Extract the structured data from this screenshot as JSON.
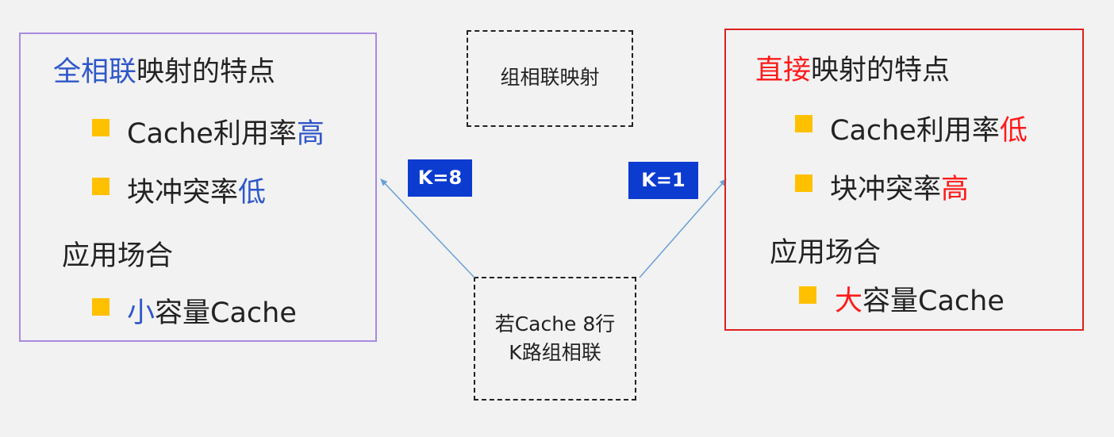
{
  "left": {
    "title_highlight": "全相联",
    "title_rest": "映射的特点",
    "items": [
      {
        "prefix": "Cache利用率",
        "highlight": "高"
      },
      {
        "prefix": "块冲突率",
        "highlight": "低"
      }
    ],
    "usage_title": "应用场合",
    "usage_item": {
      "highlight": "小",
      "rest": "容量Cache"
    }
  },
  "middle": {
    "top_label": "组相联映射",
    "bottom_line1": "若Cache 8行",
    "bottom_line2": "K路组相联"
  },
  "badges": {
    "left": "K=8",
    "right": "K=1"
  },
  "right": {
    "title_highlight": "直接",
    "title_rest": "映射的特点",
    "items": [
      {
        "prefix": "Cache利用率",
        "highlight": "低"
      },
      {
        "prefix": "块冲突率",
        "highlight": "高"
      }
    ],
    "usage_title": "应用场合",
    "usage_item": {
      "highlight": "大",
      "rest": "容量Cache"
    }
  },
  "colors": {
    "left_accent": "#2f57c8",
    "right_accent": "#ff1a1a",
    "bullet": "#ffc000",
    "badge": "#0c3bd0",
    "arrow": "#6a9fd8"
  }
}
